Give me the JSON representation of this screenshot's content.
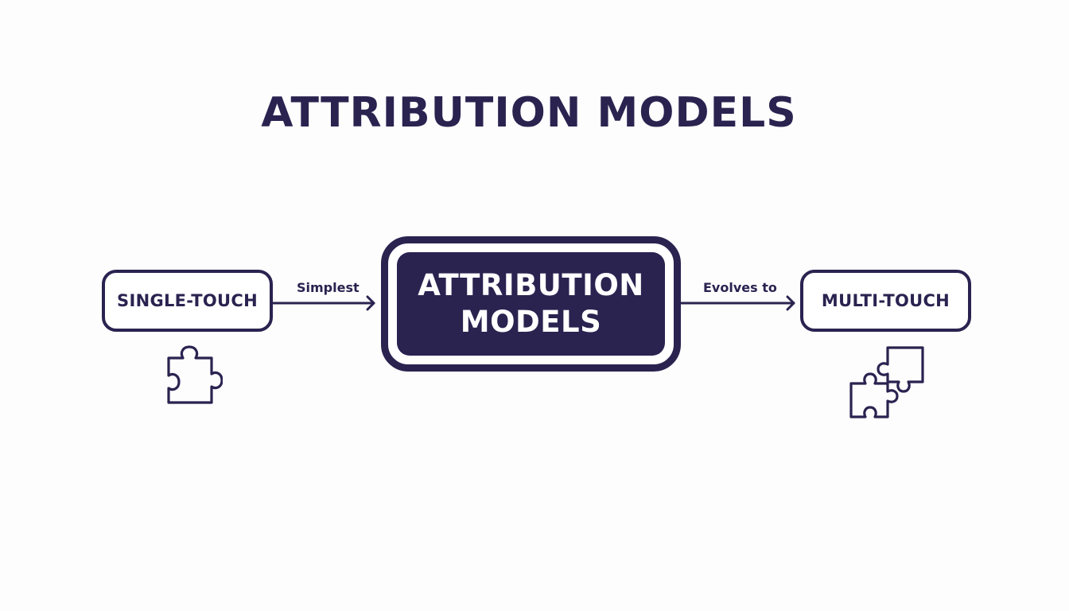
{
  "title": "ATTRIBUTION MODELS",
  "center_node": {
    "label": "ATTRIBUTION MODELS"
  },
  "left_node": {
    "label": "SINGLE-TOUCH",
    "icon": "puzzle-piece-icon"
  },
  "right_node": {
    "label": "MULTI-TOUCH",
    "icon": "puzzle-pieces-icon"
  },
  "edges": {
    "left": {
      "label": "Simplest"
    },
    "right": {
      "label": "Evolves to"
    }
  },
  "colors": {
    "primary": "#2a2350",
    "background": "#fdfdfd",
    "inverse_text": "#ffffff"
  }
}
